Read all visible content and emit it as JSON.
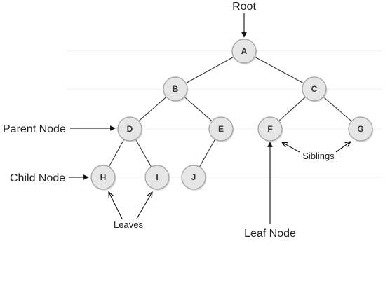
{
  "nodes": [
    {
      "id": "A",
      "label": "A"
    },
    {
      "id": "B",
      "label": "B"
    },
    {
      "id": "C",
      "label": "C"
    },
    {
      "id": "D",
      "label": "D"
    },
    {
      "id": "E",
      "label": "E"
    },
    {
      "id": "F",
      "label": "F"
    },
    {
      "id": "G",
      "label": "G"
    },
    {
      "id": "H",
      "label": "H"
    },
    {
      "id": "I",
      "label": "I"
    },
    {
      "id": "J",
      "label": "J"
    }
  ],
  "edges": [
    [
      "A",
      "B"
    ],
    [
      "A",
      "C"
    ],
    [
      "B",
      "D"
    ],
    [
      "B",
      "E"
    ],
    [
      "C",
      "F"
    ],
    [
      "C",
      "G"
    ],
    [
      "D",
      "H"
    ],
    [
      "D",
      "I"
    ],
    [
      "E",
      "J"
    ]
  ],
  "annotations": {
    "root": "Root",
    "parent_node": "Parent Node",
    "child_node": "Child Node",
    "siblings": "Siblings",
    "leaves": "Leaves",
    "leaf_node": "Leaf Node"
  }
}
